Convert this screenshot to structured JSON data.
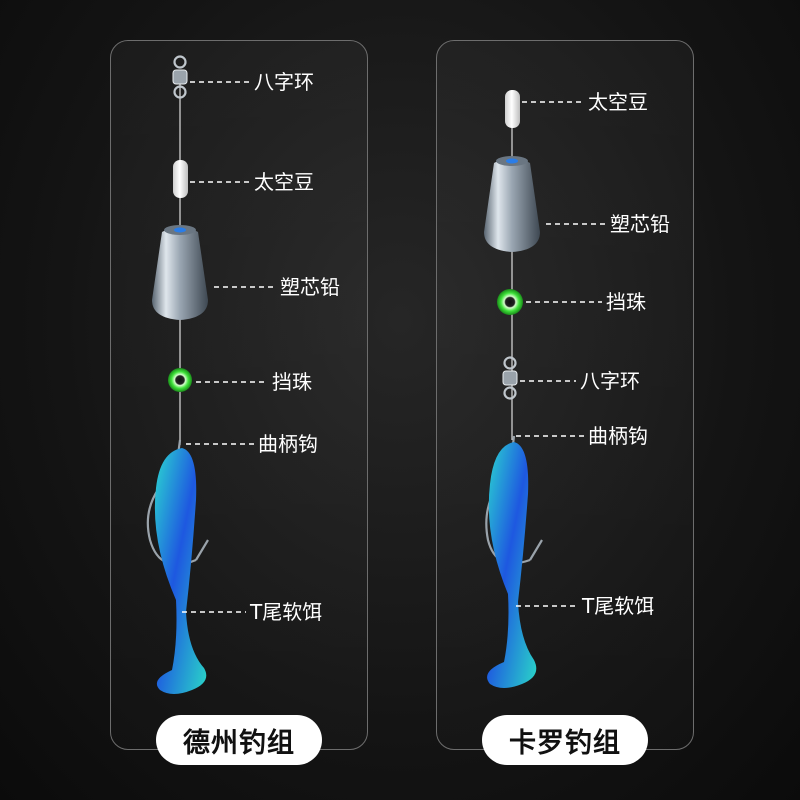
{
  "left_rig": {
    "title": "德州钓组",
    "labels": {
      "swivel": "八字环",
      "space_bean": "太空豆",
      "sinker": "塑芯铅",
      "bead": "挡珠",
      "hook": "曲柄钩",
      "soft_bait": "T尾软饵"
    }
  },
  "right_rig": {
    "title": "卡罗钓组",
    "labels": {
      "space_bean": "太空豆",
      "sinker": "塑芯铅",
      "bead": "挡珠",
      "swivel": "八字环",
      "hook": "曲柄钩",
      "soft_bait": "T尾软饵"
    }
  },
  "colors": {
    "background": "#141414",
    "panel_border": "#6d6d6d",
    "title_bg": "#ffffff",
    "title_text": "#111111",
    "label_text": "#ffffff",
    "bait_blue": "#1f4fd8",
    "bait_cyan": "#2ad6c8",
    "bead_green": "#39e03a",
    "sinker_silver": "#b8c2cc"
  }
}
